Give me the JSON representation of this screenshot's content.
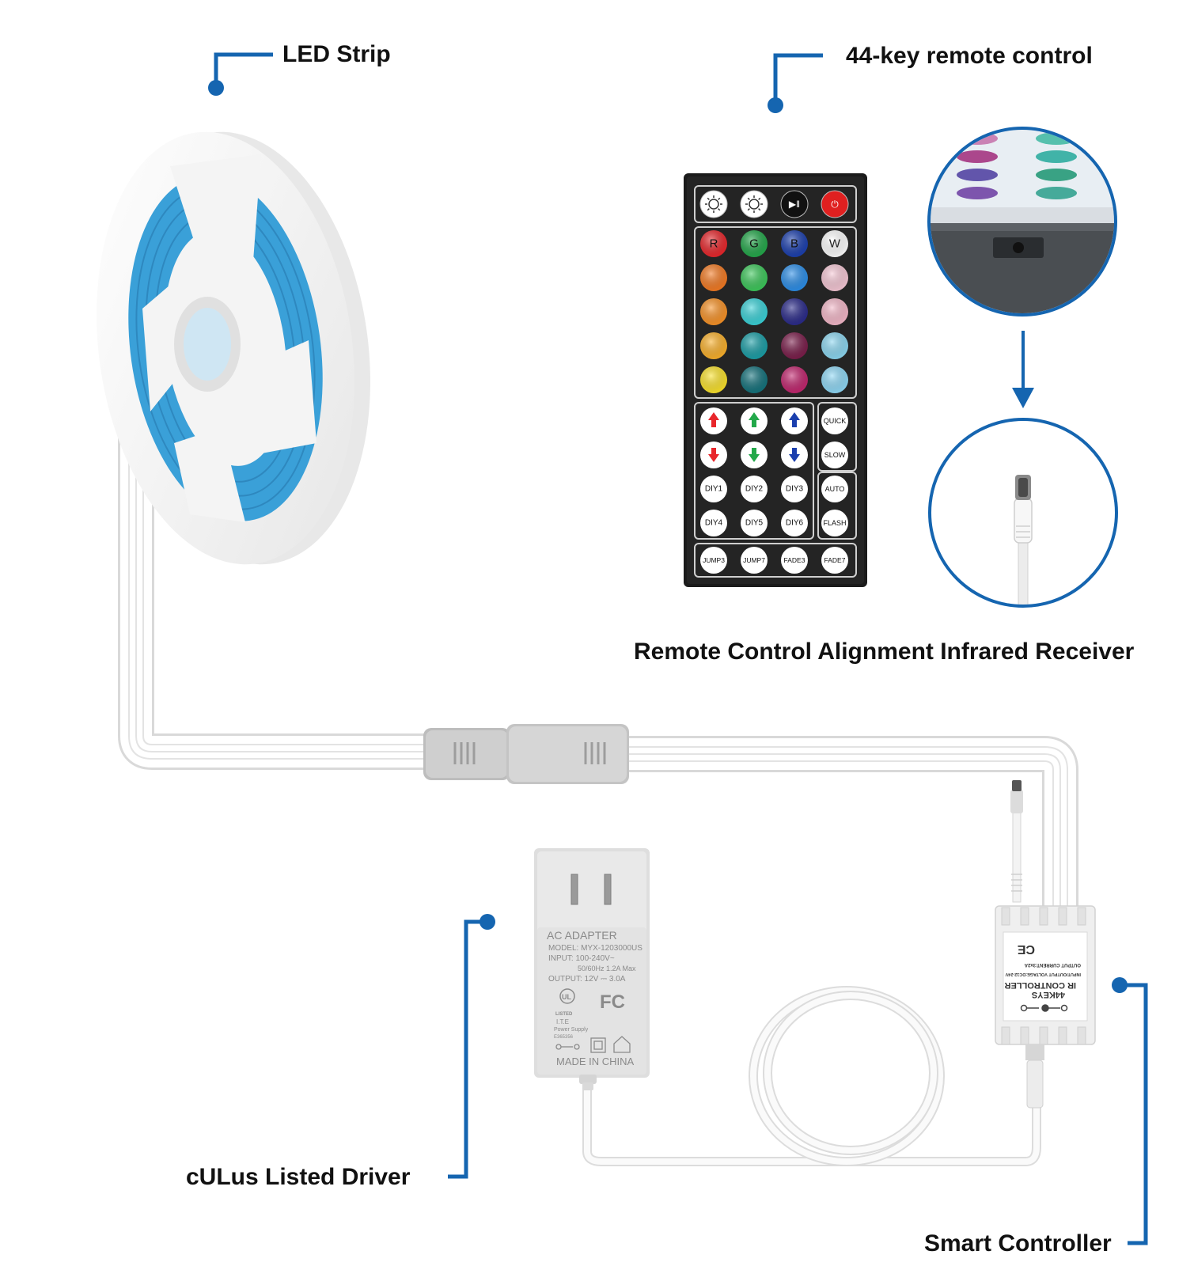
{
  "labels": {
    "led_strip": "LED Strip",
    "remote": "44-key remote control",
    "ir_receiver": "Remote Control Alignment Infrared Receiver",
    "driver": "cULus Listed Driver",
    "controller": "Smart Controller"
  },
  "colors": {
    "callout": "#1565b0",
    "strip_blue": "#3aa0d8",
    "connector_gray": "#cfcfcf",
    "remote_body": "#242424"
  },
  "remote": {
    "top_row": [
      {
        "icon": "brightness-up-icon",
        "text": "",
        "color": "#ffffff"
      },
      {
        "icon": "brightness-down-icon",
        "text": "",
        "color": "#ffffff"
      },
      {
        "icon": "play-pause-icon",
        "text": "▶‖",
        "color": "#111111"
      },
      {
        "icon": "power-icon",
        "text": "⏻",
        "color": "#e02020"
      }
    ],
    "color_rows": [
      [
        {
          "text": "R",
          "color": "#e8262b"
        },
        {
          "text": "G",
          "color": "#23a84a"
        },
        {
          "text": "B",
          "color": "#1b3fae"
        },
        {
          "text": "W",
          "color": "#ffffff"
        }
      ],
      [
        {
          "text": "",
          "color": "#f47a22"
        },
        {
          "text": "",
          "color": "#3cc85a"
        },
        {
          "text": "",
          "color": "#2b8ee8"
        },
        {
          "text": "",
          "color": "#f7c8d6"
        }
      ],
      [
        {
          "text": "",
          "color": "#f89226"
        },
        {
          "text": "",
          "color": "#39d2d8"
        },
        {
          "text": "",
          "color": "#2a2a8a"
        },
        {
          "text": "",
          "color": "#f5b8c9"
        }
      ],
      [
        {
          "text": "",
          "color": "#fbb12a"
        },
        {
          "text": "",
          "color": "#1a9ea6"
        },
        {
          "text": "",
          "color": "#7a1d4a"
        },
        {
          "text": "",
          "color": "#8cd8f2"
        }
      ],
      [
        {
          "text": "",
          "color": "#fbe32a"
        },
        {
          "text": "",
          "color": "#14727c"
        },
        {
          "text": "",
          "color": "#c2256e"
        },
        {
          "text": "",
          "color": "#8fd9f7"
        }
      ]
    ],
    "arrow_rows": [
      [
        {
          "dir": "up",
          "color": "#e8262b"
        },
        {
          "dir": "up",
          "color": "#23a84a"
        },
        {
          "dir": "up",
          "color": "#1b3fae"
        }
      ],
      [
        {
          "dir": "down",
          "color": "#e8262b"
        },
        {
          "dir": "down",
          "color": "#23a84a"
        },
        {
          "dir": "down",
          "color": "#1b3fae"
        }
      ]
    ],
    "side_buttons": [
      "QUICK",
      "SLOW",
      "AUTO",
      "FLASH"
    ],
    "diy_rows": [
      [
        "DIY1",
        "DIY2",
        "DIY3"
      ],
      [
        "DIY4",
        "DIY5",
        "DIY6"
      ]
    ],
    "bottom_row": [
      "JUMP3",
      "JUMP7",
      "FADE3",
      "FADE7"
    ]
  },
  "adapter": {
    "title": "AC ADAPTER",
    "lines": [
      "MODEL: MYX-1203000US",
      "INPUT: 100-240V~",
      "50/60Hz 1.2A Max",
      "OUTPUT: 12V ⎓ 3.0A"
    ],
    "fcc": "FC",
    "listed": "LISTED",
    "ite": "I.T.E",
    "power_supply": "Power Supply",
    "file_no": "E365356",
    "made_in": "MADE IN CHINA"
  },
  "controller": {
    "marks": "CE",
    "lines": [
      "OUTPUT CURRENT:3x2A",
      "INPUT/OUTPUT VOLTAGE:DC12-24V",
      "IR CONTROLLER",
      "44KEYS"
    ]
  }
}
